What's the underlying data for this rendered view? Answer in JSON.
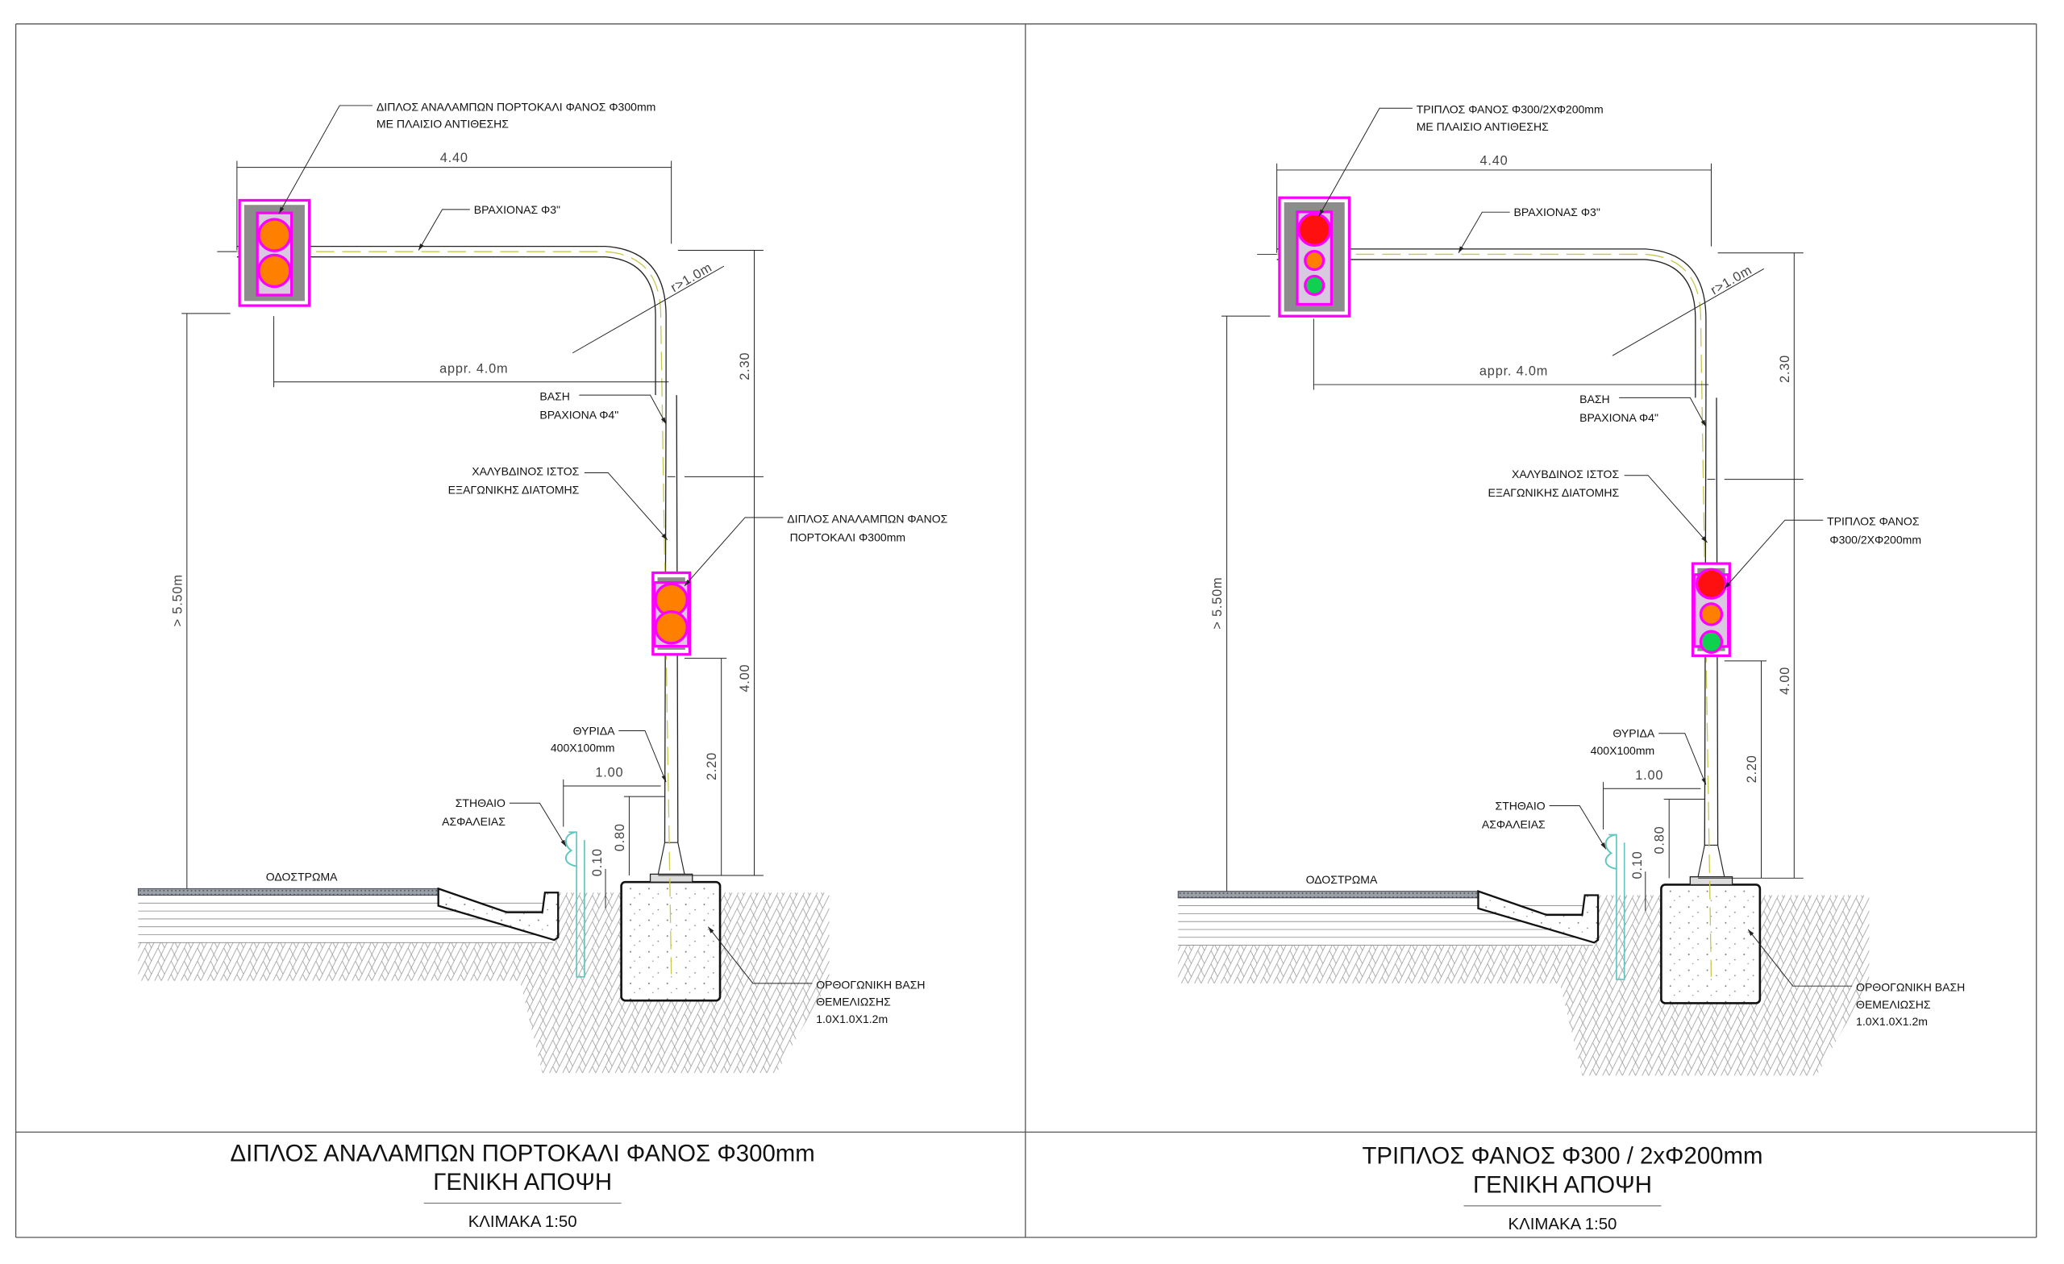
{
  "colors": {
    "frame": "#fd00fd",
    "housing": "#8c8c8c",
    "orange": "#ff7f00",
    "red": "#ff1010",
    "green": "#10d050",
    "guardrail": "#5fc6c0",
    "axis": "#c8c850"
  },
  "panels": [
    {
      "signal_label": [
        "ΔΙΠΛΟΣ ΑΝΑΛΑΜΠΩΝ ΠΟΡΤΟΚΑΛΙ ΦΑΝΟΣ Φ300mm",
        "ΜΕ ΠΛΑΙΣΙΟ ΑΝΤΙΘΕΣΗΣ"
      ],
      "arm_label": "ΒΡΑΧΙΟΝΑΣ Φ3\"",
      "arm_base_label": [
        "ΒΑΣΗ",
        "ΒΡΑΧΙΟΝΑ Φ4\""
      ],
      "pole_label": [
        "ΧΑΛΥΒΔΙΝΟΣ ΙΣΤΟΣ",
        "ΕΞΑΓΩΝΙΚΗΣ ΔΙΑΤΟΜΗΣ"
      ],
      "lower_signal_label": [
        "ΔΙΠΛΟΣ ΑΝΑΛΑΜΠΩΝ ΦΑΝΟΣ",
        "ΠΟΡΤΟΚΑΛΙ Φ300mm"
      ],
      "hatch_label": [
        "ΘΥΡΙΔΑ",
        "400Χ100mm"
      ],
      "guard_label": [
        "ΣΤΗΘΑΙΟ",
        "ΑΣΦΑΛΕΙΑΣ"
      ],
      "road_label": "ΟΔΟΣΤΡΩΜΑ",
      "foundation_label": [
        "ΟΡΘΟΓΩΝΙΚΗ ΒΑΣΗ",
        "ΘΕΜΕΛΙΩΣΗΣ",
        "1.0Χ1.0Χ1.2m"
      ],
      "dims": {
        "width": "4.40",
        "reach": "appr. 4.0m",
        "radius": "r>1.0m",
        "upper": "2.30",
        "lower": "4.00",
        "signal_height": "2.20",
        "clearance": "> 5.50m",
        "offset": "1.00",
        "guard_height": "0.80",
        "step": "0.10"
      },
      "lights": [
        "orange",
        "orange"
      ],
      "title": [
        "ΔΙΠΛΟΣ ΑΝΑΛΑΜΠΩΝ ΠΟΡΤΟΚΑΛΙ ΦΑΝΟΣ Φ300mm",
        "ΓΕΝΙΚΗ ΑΠΟΨΗ"
      ],
      "scale": "ΚΛΙΜΑΚΑ 1:50"
    },
    {
      "signal_label": [
        "ΤΡΙΠΛΟΣ ΦΑΝΟΣ Φ300/2ΧΦ200mm",
        "ΜΕ ΠΛΑΙΣΙΟ ΑΝΤΙΘΕΣΗΣ"
      ],
      "arm_label": "ΒΡΑΧΙΟΝΑΣ Φ3\"",
      "arm_base_label": [
        "ΒΑΣΗ",
        "ΒΡΑΧΙΟΝΑ Φ4\""
      ],
      "pole_label": [
        "ΧΑΛΥΒΔΙΝΟΣ ΙΣΤΟΣ",
        "ΕΞΑΓΩΝΙΚΗΣ ΔΙΑΤΟΜΗΣ"
      ],
      "lower_signal_label": [
        "ΤΡΙΠΛΟΣ ΦΑΝΟΣ",
        "Φ300/2ΧΦ200mm"
      ],
      "hatch_label": [
        "ΘΥΡΙΔΑ",
        "400Χ100mm"
      ],
      "guard_label": [
        "ΣΤΗΘΑΙΟ",
        "ΑΣΦΑΛΕΙΑΣ"
      ],
      "road_label": "ΟΔΟΣΤΡΩΜΑ",
      "foundation_label": [
        "ΟΡΘΟΓΩΝΙΚΗ ΒΑΣΗ",
        "ΘΕΜΕΛΙΩΣΗΣ",
        "1.0Χ1.0Χ1.2m"
      ],
      "dims": {
        "width": "4.40",
        "reach": "appr. 4.0m",
        "radius": "r>1.0m",
        "upper": "2.30",
        "lower": "4.00",
        "signal_height": "2.20",
        "clearance": "> 5.50m",
        "offset": "1.00",
        "guard_height": "0.80",
        "step": "0.10"
      },
      "lights": [
        "red",
        "orange",
        "green"
      ],
      "title": [
        "ΤΡΙΠΛΟΣ ΦΑΝΟΣ Φ300 / 2xΦ200mm",
        "ΓΕΝΙΚΗ ΑΠΟΨΗ"
      ],
      "scale": "ΚΛΙΜΑΚΑ 1:50"
    }
  ]
}
